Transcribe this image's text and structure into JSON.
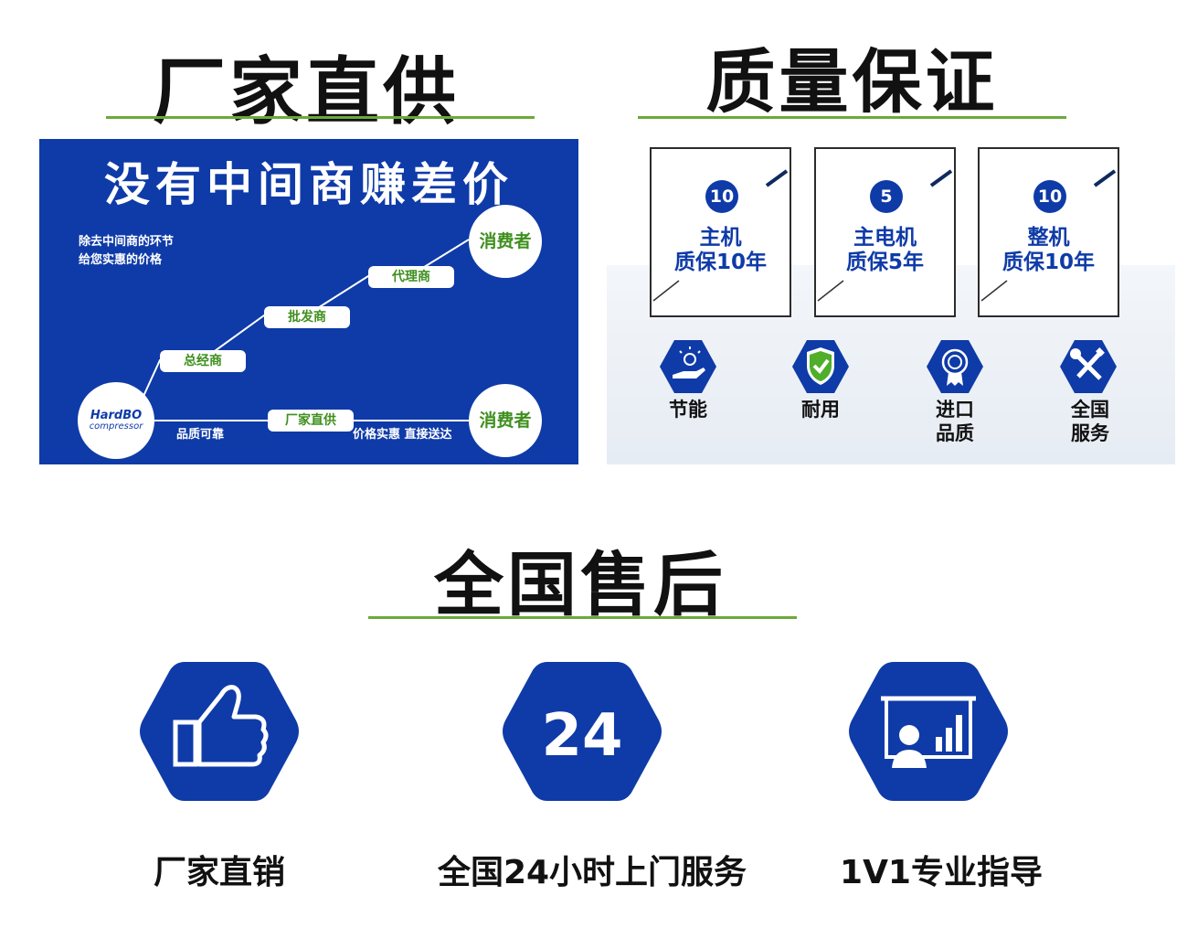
{
  "sections": {
    "factory_supply": {
      "title": "厂家直供"
    },
    "quality": {
      "title": "质量保证"
    },
    "after_sales": {
      "title": "全国售后"
    }
  },
  "chain_panel": {
    "title": "没有中间商赚差价",
    "note_line1": "除去中间商的环节",
    "note_line2": "给您实惠的价格",
    "nodes": [
      "总经商",
      "批发商",
      "代理商",
      "厂家直供"
    ],
    "consumer": "消费者",
    "logo_brand": "HardBO",
    "logo_sub": "compressor",
    "caption_left": "品质可靠",
    "caption_right": "价格实惠 直接送达"
  },
  "warranty_cards": [
    {
      "number": "10",
      "line1": "主机",
      "line2": "质保10年"
    },
    {
      "number": "5",
      "line1": "主电机",
      "line2": "质保5年"
    },
    {
      "number": "10",
      "line1": "整机",
      "line2": "质保10年"
    }
  ],
  "features": [
    {
      "icon": "lightbulb-hand-icon",
      "label": "节能"
    },
    {
      "icon": "shield-check-icon",
      "label": "耐用"
    },
    {
      "icon": "award-ribbon-icon",
      "label": "进口品质",
      "line1": "进口",
      "line2": "品质"
    },
    {
      "icon": "tools-wrench-icon",
      "label": "全国服务",
      "line1": "全国",
      "line2": "服务"
    }
  ],
  "services": [
    {
      "icon": "thumbs-up-icon",
      "label": "厂家直销"
    },
    {
      "icon": "hours-24-icon",
      "label": "全国24小时上门服务",
      "icon_text": "24"
    },
    {
      "icon": "presentation-icon",
      "label": "1V1专业指导"
    }
  ],
  "colors": {
    "brand_blue": "#0f3ba8",
    "accent_green": "#6aaa3a",
    "label_green": "#3f8f1e"
  }
}
